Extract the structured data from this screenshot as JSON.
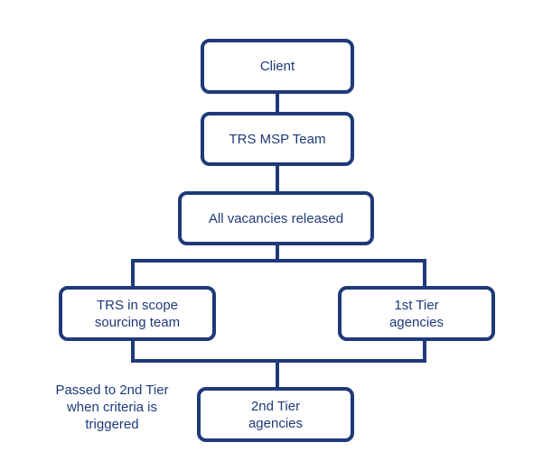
{
  "colors": {
    "line": "#1f3a7a",
    "text": "#1f3a7a",
    "background": "#ffffff"
  },
  "nodes": {
    "client": "Client",
    "msp_team": "TRS MSP Team",
    "vacancies": "All vacancies released",
    "sourcing_team": "TRS in scope\nsourcing team",
    "tier1": "1st Tier\nagencies",
    "tier2": "2nd Tier\nagencies"
  },
  "annotation": "Passed to 2nd Tier\nwhen criteria is\ntriggered"
}
